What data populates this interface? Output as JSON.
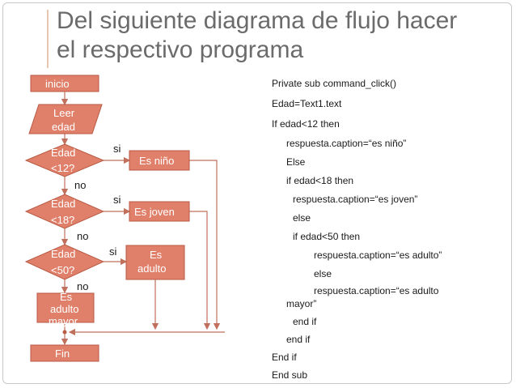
{
  "title": {
    "line1": "Del siguiente diagrama de flujo hacer",
    "line2": "el respectivo programa"
  },
  "colors": {
    "box_fill": "#e0806a",
    "box_stroke": "#b85a44",
    "line": "#c0705c",
    "title_text": "#6b6b6b"
  },
  "flowchart": {
    "start": "inicio",
    "input_line1": "Leer",
    "input_line2": "edad",
    "d1_line1": "Edad",
    "d1_line2": "<12?",
    "d2_line1": "Edad",
    "d2_line2": "<18?",
    "d3_line1": "Edad",
    "d3_line2": "<50?",
    "out1": "Es niño",
    "out2": "Es joven",
    "out3_line1": "Es",
    "out3_line2": "adulto",
    "out4_line1": "Es",
    "out4_line2": "adulto",
    "out4_line3": "mayor",
    "end": "Fin",
    "yes": "si",
    "no": "no"
  },
  "code": [
    "Private sub command_click()",
    "Edad=Text1.text",
    "If edad<12 then",
    "respuesta.caption=“es niño”",
    "Else",
    "if edad<18 then",
    "respuesta.caption=“es joven”",
    "else",
    "if edad<50 then",
    "respuesta.caption=“es adulto”",
    "else",
    "respuesta.caption=“es adulto",
    "mayor”",
    "end if",
    "end if",
    "End if",
    "End sub"
  ]
}
